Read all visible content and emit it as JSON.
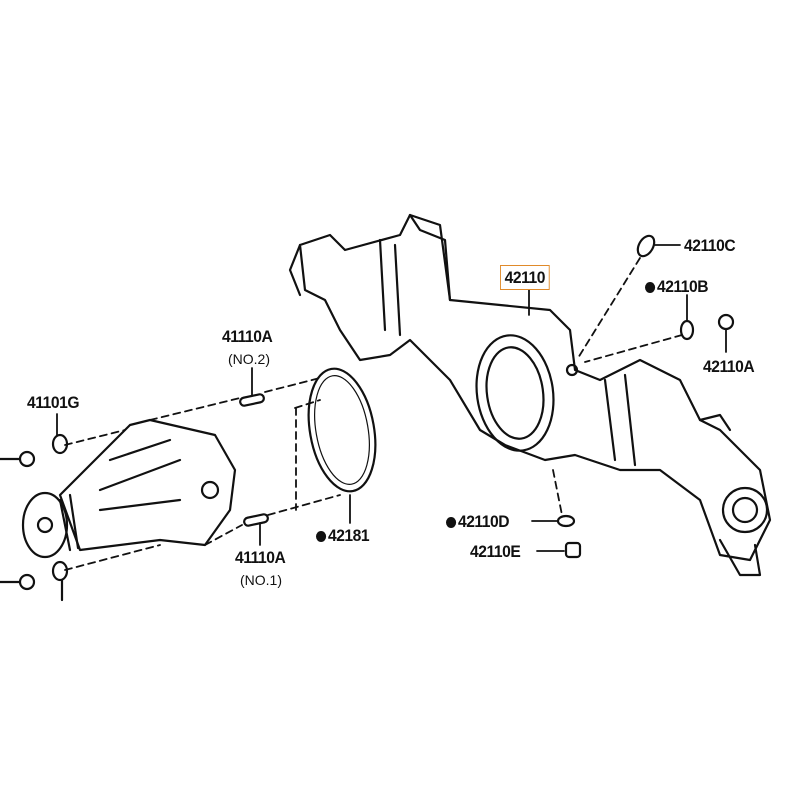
{
  "diagram": {
    "highlight_color": "#e08a2a",
    "parts": {
      "housing": {
        "number": "42110"
      },
      "breather_plug": {
        "number": "42110C"
      },
      "gasket_right": {
        "number": "42110B",
        "marker": "filled-dot"
      },
      "plug_right": {
        "number": "42110A"
      },
      "stud_no2": {
        "number": "41110A",
        "note": "(NO.2)"
      },
      "washer": {
        "number": "41101G"
      },
      "carrier_gasket": {
        "number": "42181",
        "marker": "filled-dot"
      },
      "drain_gasket": {
        "number": "42110D",
        "marker": "filled-dot"
      },
      "drain_plug": {
        "number": "42110E"
      },
      "stud_no1": {
        "number": "41110A",
        "note": "(NO.1)"
      }
    }
  }
}
